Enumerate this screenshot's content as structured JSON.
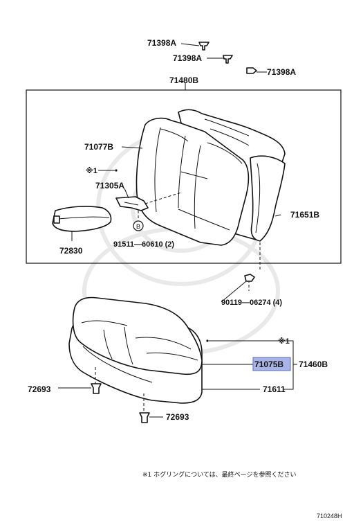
{
  "labels": {
    "clip_1": "71398A",
    "clip_2": "71398A",
    "clip_3": "71398A",
    "back_assy": "71480B",
    "back_cover_pad": "71077B",
    "mark_asterisk": "※1",
    "bracket": "71305A",
    "circle_b": "B",
    "bolt": "91511—60610 (2)",
    "armrest": "72830",
    "back_frame": "71651B",
    "nut": "90119—06274 (4)",
    "cushion_mark": "※1",
    "cushion_cover": "71075B",
    "cushion_assy": "71460B",
    "cushion_frame": "71611",
    "hook_left": "72693",
    "hook_bottom": "72693"
  },
  "footnote": "※1  ホグリングについては、最終ページを参照ください",
  "figure_code": "710248H",
  "highlight_color": "#a9b3e6"
}
